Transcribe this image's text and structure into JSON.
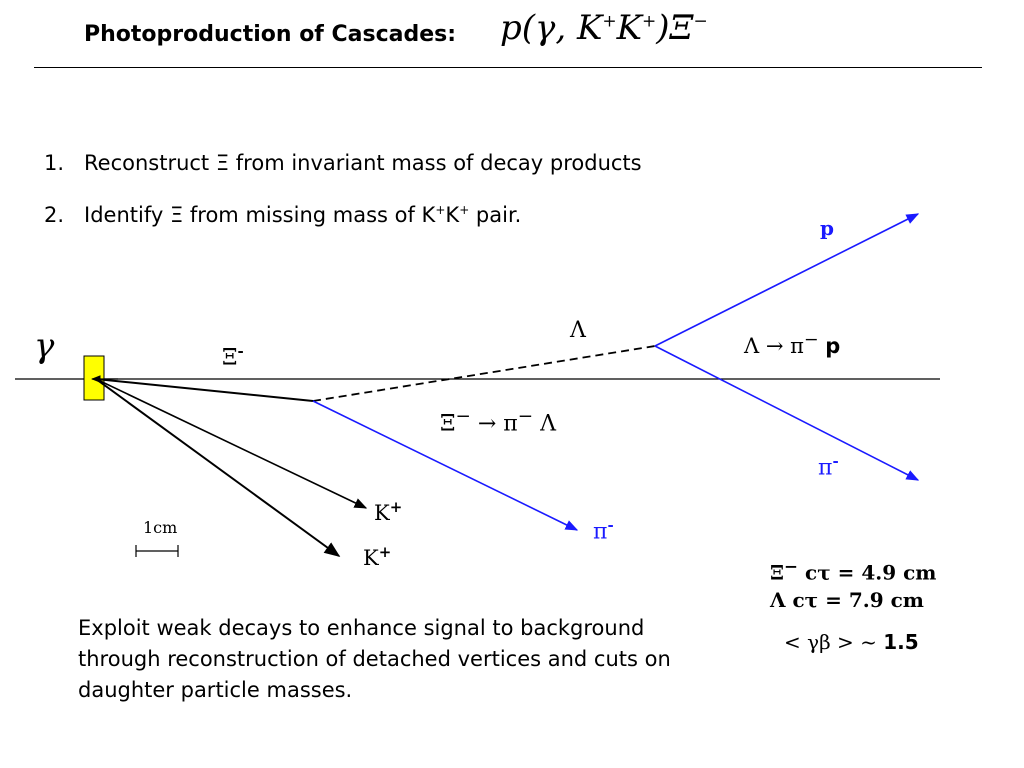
{
  "header": {
    "title": "Photoproduction of Cascades:",
    "reaction": {
      "prefix": "p(γ, K",
      "sup1": "+",
      "mid": "K",
      "sup2": "+",
      "suffix": ")Ξ",
      "sup3": "−"
    }
  },
  "steps": [
    {
      "number": "1.",
      "text": "Reconstruct Ξ from invariant mass of decay products"
    },
    {
      "number": "2.",
      "text_before": "Identify Ξ from missing mass of K",
      "sup1": "+",
      "k2": "K",
      "sup2": "+",
      "text_after": " pair."
    }
  ],
  "diagram": {
    "labels": {
      "gamma": "γ",
      "xi": "Ξ",
      "xi_sup": "-",
      "lambda": "Λ",
      "proton": "p",
      "lambda_decay": {
        "lhs": "Λ → π",
        "sup": "−",
        "rhs": "p"
      },
      "xi_decay": {
        "lhs": "Ξ",
        "sup1": "−",
        "arrow": " → π",
        "sup2": "−",
        "rhs": " Λ"
      },
      "pion_1": "π",
      "pion_1_sup": "-",
      "pion_2": "π",
      "pion_2_sup": "-",
      "kaon_1": "K",
      "kaon_1_sup": "+",
      "kaon_2": "K",
      "kaon_2_sup": "+",
      "scale": "1cm"
    },
    "colors": {
      "charged_track": "#1a1aff",
      "target": "#ffff00",
      "neutral": "#000000"
    }
  },
  "lifetimes": {
    "xi": {
      "particle": "Ξ",
      "sup": "−",
      "text": " cτ  =  4.9 cm"
    },
    "lambda": {
      "particle": "Λ",
      "text": "  cτ  =  7.9 cm"
    },
    "boost": {
      "lhs": "< γβ > ~ ",
      "value": "1.5"
    }
  },
  "note": "Exploit weak decays to enhance signal to background through reconstruction of detached vertices and cuts on daughter particle masses."
}
